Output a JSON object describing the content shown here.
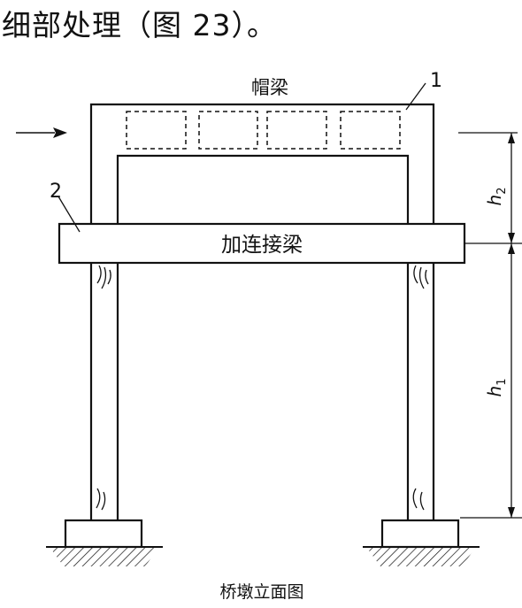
{
  "header": {
    "text": "细部处理（图 23）。"
  },
  "diagram": {
    "cap_beam_label": "帽梁",
    "tie_beam_label": "加连接梁",
    "callout_1": "1",
    "callout_2": "2",
    "dim_upper": "h2",
    "dim_lower": "h1",
    "caption": "桥墩立面图"
  },
  "colors": {
    "line": "#111111",
    "background": "#ffffff"
  }
}
